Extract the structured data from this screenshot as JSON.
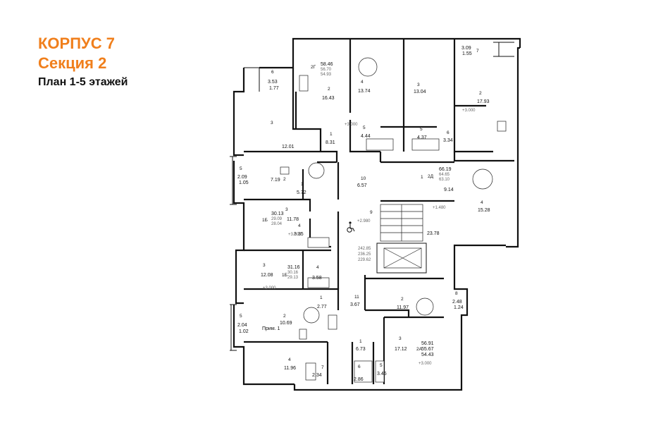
{
  "header": {
    "building": "КОРПУС 7",
    "section": "Секция 2",
    "floors": "План 1-5 этажей"
  },
  "rooms": [
    {
      "no": "6",
      "area": "3.53",
      "area2": "1.77"
    },
    {
      "no": "2Г",
      "area": "58.46",
      "area2": "56.70",
      "area3": "54.93"
    },
    {
      "no": "2",
      "area": "16.43"
    },
    {
      "no": "3",
      "area": "12.01"
    },
    {
      "no": "1",
      "area": "8.31"
    },
    {
      "no": "4",
      "area": "13.74"
    },
    {
      "no": "5",
      "area": "4.44"
    },
    {
      "no": "3",
      "area": "13.04"
    },
    {
      "no": "5",
      "area": "4.37"
    },
    {
      "no": "6",
      "area": "3.34"
    },
    {
      "no": "7",
      "area": "3.09",
      "area2": "1.55"
    },
    {
      "no": "2",
      "area": "17.93"
    },
    {
      "no": "5",
      "area": "2.09",
      "area2": "1.05"
    },
    {
      "no": "2",
      "area": "7.19"
    },
    {
      "no": "1",
      "area": "5.72"
    },
    {
      "no": "10",
      "area": "6.57"
    },
    {
      "no": "1",
      "area": "9.14"
    },
    {
      "no": "2Д",
      "area": "66.19",
      "area2": "64.65",
      "area3": "63.10"
    },
    {
      "no": "4",
      "area": "15.28"
    },
    {
      "no": "3",
      "area": "11.78"
    },
    {
      "no": "1Б",
      "area": "30.13",
      "area2": "29.09",
      "area3": "28.04"
    },
    {
      "no": "4",
      "area": "3.35"
    },
    {
      "no": "9",
      "area": "23.78"
    },
    {
      "no": "3",
      "area": "12.08"
    },
    {
      "no": "1Б",
      "area": "31.16",
      "area2": "30.16",
      "area3": "29.13"
    },
    {
      "no": "4",
      "area": "3.58"
    },
    {
      "no": "1",
      "area": "2.77"
    },
    {
      "no": "11",
      "area": "3.67"
    },
    {
      "no": "2",
      "area": "11.97"
    },
    {
      "no": "8",
      "area": "2.48",
      "area2": "1.24"
    },
    {
      "no": "5",
      "area": "2.04",
      "area2": "1.02"
    },
    {
      "no": "2",
      "area": "10.69"
    },
    {
      "no": "1",
      "area": "6.73"
    },
    {
      "no": "3",
      "area": "17.12"
    },
    {
      "no": "2А",
      "area": "56.91",
      "area2": "55.67",
      "area3": "54.43"
    },
    {
      "no": "4",
      "area": "11.96"
    },
    {
      "no": "7",
      "area": "2.34"
    },
    {
      "no": "6",
      "area": "2.86"
    },
    {
      "no": "5",
      "area": "3.45"
    }
  ],
  "levels": [
    "+3.000",
    "+3.000",
    "+3.000",
    "+3.000",
    "+3.000",
    "+1.480",
    "+2.980",
    "+3.000"
  ],
  "stair_area": {
    "a": "242.85",
    "b": "236.25",
    "c": "229.62"
  },
  "note": "Прим. 1"
}
